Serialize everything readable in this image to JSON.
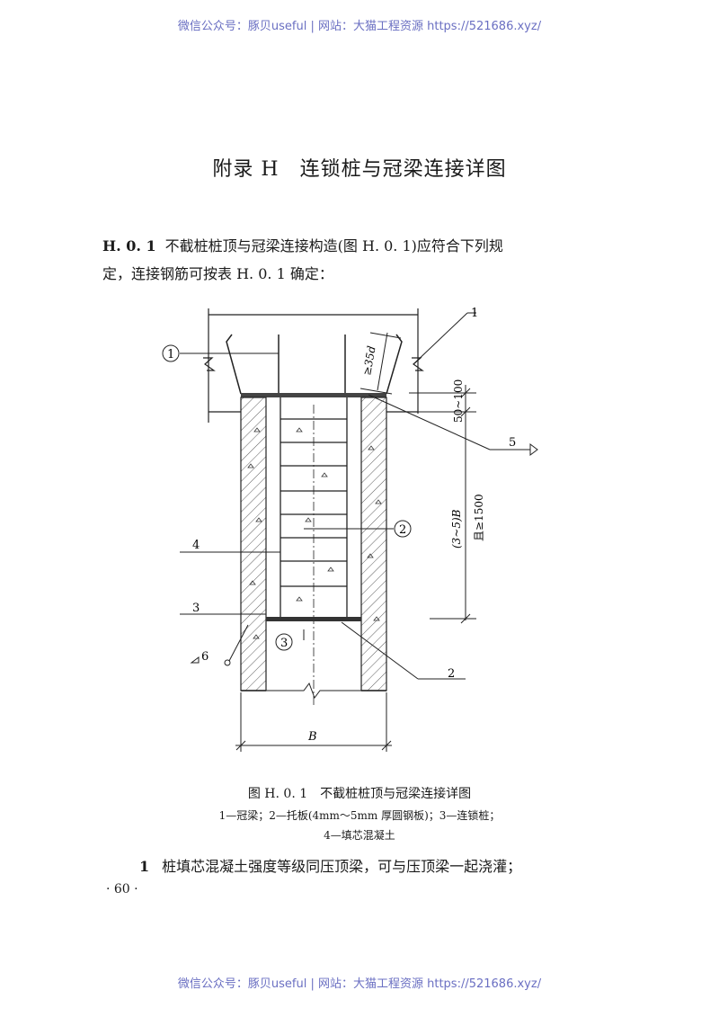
{
  "watermark": {
    "top": "微信公众号：豚贝useful | 网站：大猫工程资源 https://521686.xyz/",
    "bottom": "微信公众号：豚贝useful | 网站：大猫工程资源 https://521686.xyz/"
  },
  "page_title": "附录 H　连锁桩与冠梁连接详图",
  "section": {
    "number": "H. 0. 1",
    "line1": "不截桩桩顶与冠梁连接构造(图 H. 0. 1)应符合下列规",
    "line2": "定，连接钢筋可按表 H. 0. 1 确定："
  },
  "figure": {
    "circled_1": "1",
    "circled_2": "2",
    "circled_3": "3",
    "label_1": "1",
    "label_2": "2",
    "label_3": "3",
    "label_4": "4",
    "label_5": "5",
    "label_6": "6",
    "dim_anchor": "≥35d",
    "dim_top": "50~100",
    "dim_height": "(3~5)B",
    "dim_height_2": "且≥1500",
    "dim_width": "B",
    "caption": "图 H. 0. 1　不截桩桩顶与冠梁连接详图",
    "legend_line1": "1—冠梁；2—托板(4mm～5mm 厚圆钢板)；3—连锁桩；",
    "legend_line2": "4—填芯混凝土"
  },
  "item_1": {
    "number": "1",
    "text": "桩填芯混凝土强度等级同压顶梁，可与压顶梁一起浇灌；"
  },
  "page_number": "· 60 ·"
}
